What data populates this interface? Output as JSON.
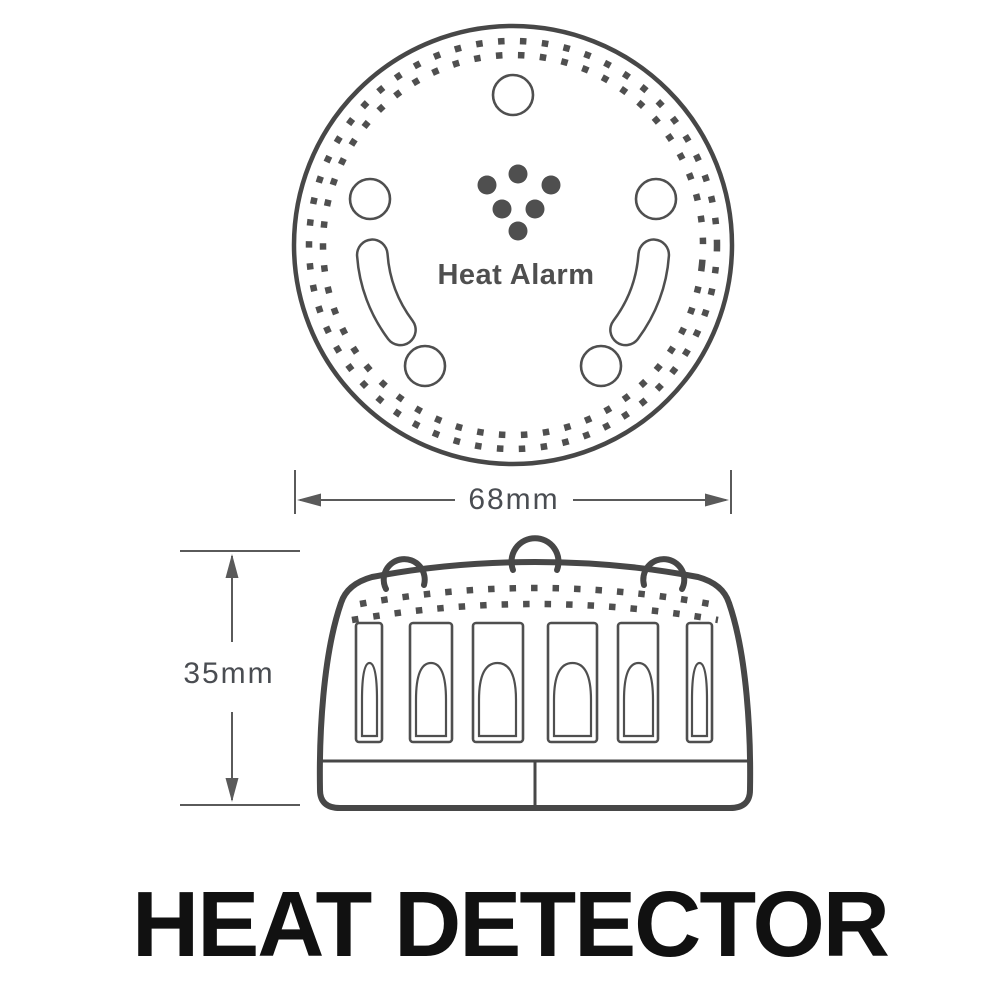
{
  "page_title": "HEAT DETECTOR",
  "top_view": {
    "device_label": "Heat Alarm"
  },
  "dimensions": {
    "width_label": "68mm",
    "height_label": "35mm"
  },
  "colors": {
    "line": "#4f4f4f",
    "outline": "#474747",
    "dim_line": "#5a5a5a",
    "dim_text": "#4a4d52",
    "title_text": "#111111",
    "background": "#ffffff"
  }
}
